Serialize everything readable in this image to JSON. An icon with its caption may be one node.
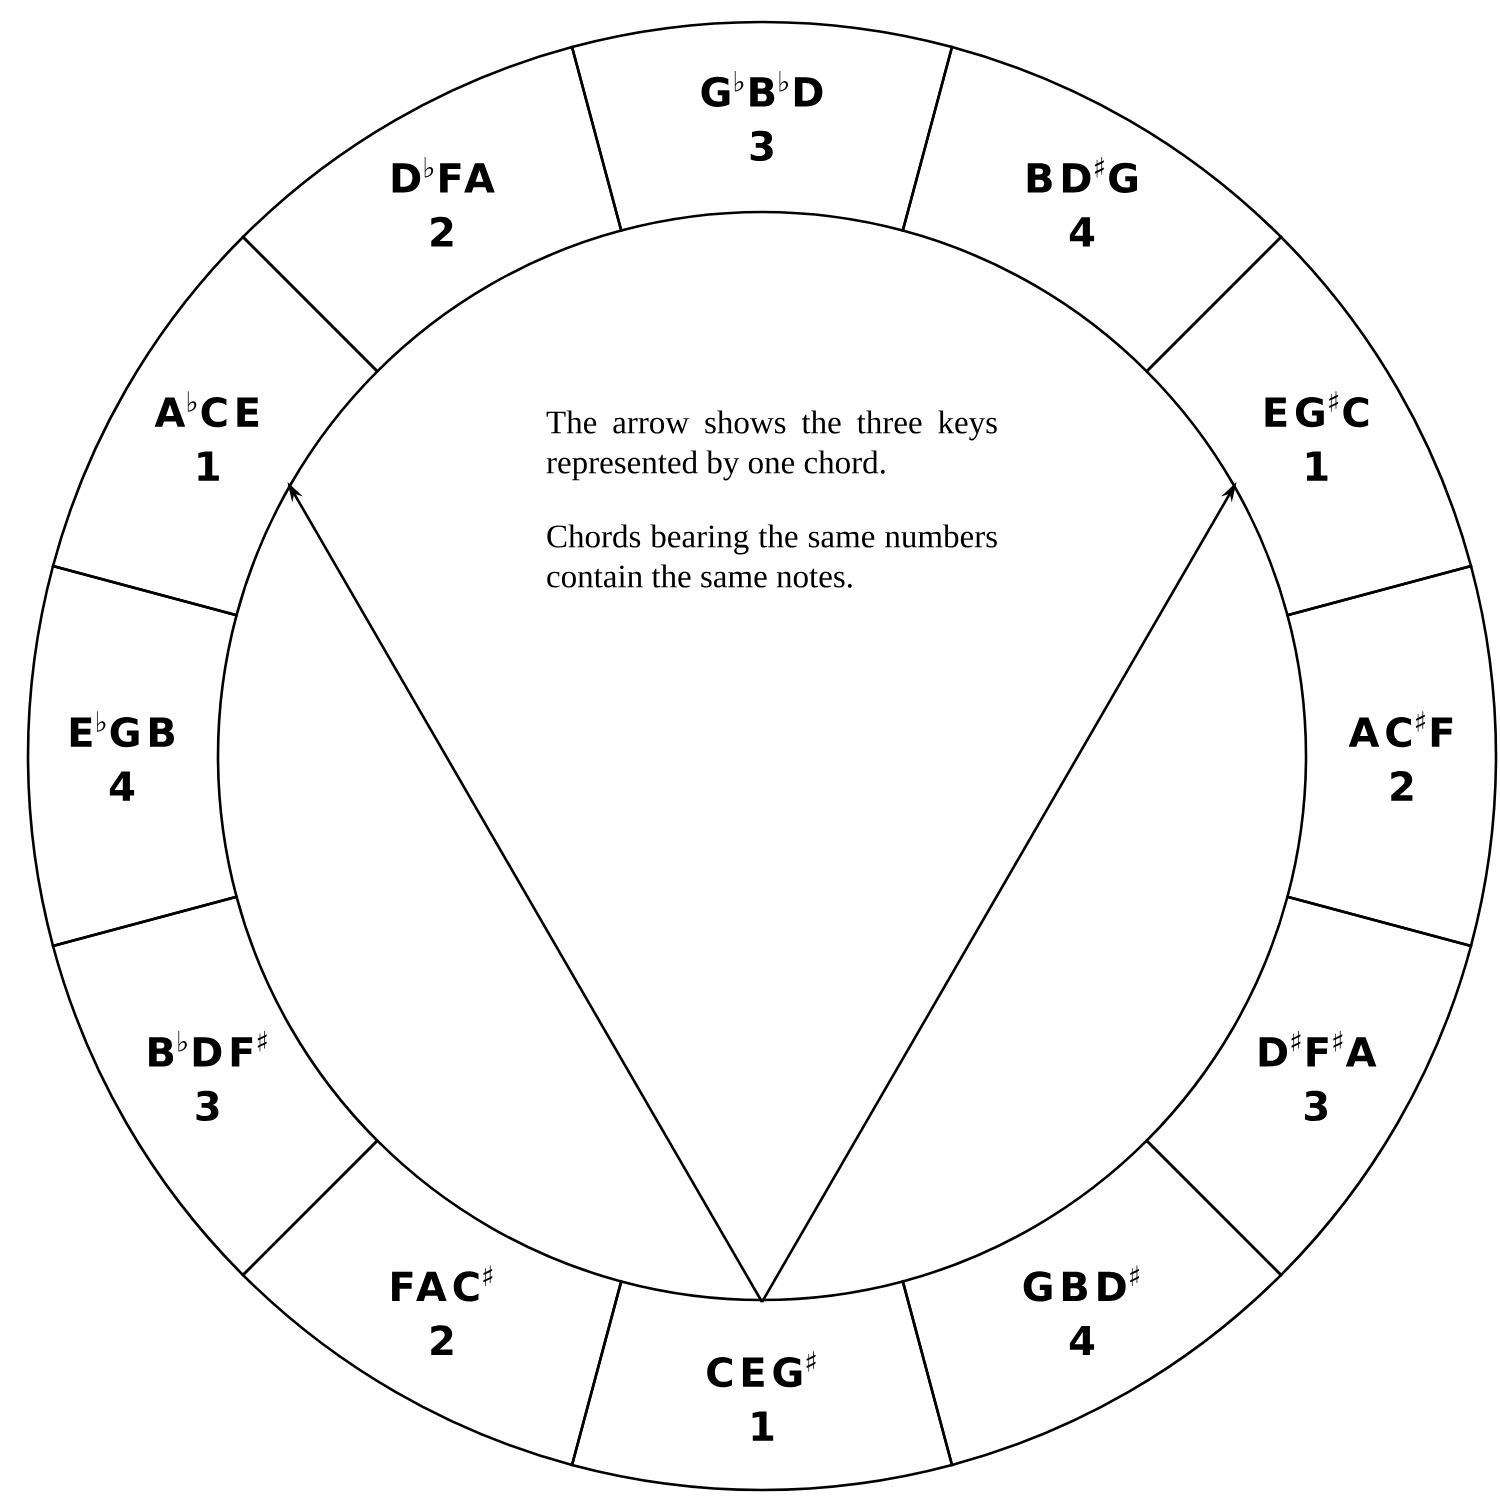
{
  "diagram": {
    "nodes": [
      {
        "text": [
          "G$^{♭}$B$^{♭}$D",
          "3"
        ]
      },
      {
        "text": [
          "BD$^{♯}$G",
          "4"
        ]
      },
      {
        "text": [
          "EG$^{♯}$C",
          "1"
        ]
      },
      {
        "text": [
          "AC$^{♯}$F",
          "2"
        ]
      },
      {
        "text": [
          "D$^{♯}$F$^{♯}$A",
          "3"
        ]
      },
      {
        "text": [
          "GBD$^{♯}$",
          "4"
        ]
      },
      {
        "text": [
          "CEG$^{♯}$",
          "1"
        ]
      },
      {
        "text": [
          "FAC$^{♯}$",
          "2"
        ]
      },
      {
        "text": [
          "B$^{♭}$DF$^{♯}$",
          "3"
        ]
      },
      {
        "text": [
          "E$^{♭}$GB",
          "4"
        ]
      },
      {
        "text": [
          "A$^{♭}$CE",
          "1"
        ]
      },
      {
        "text": [
          "D$^{♭}$FA",
          "2"
        ]
      }
    ],
    "labels": [
      "The arrow shows the three keys represented by one chord.",
      "Chords bearing the same numbers contain the same notes."
    ],
    "edges": [
      {
        "from": 6,
        "to": 10,
        "arrow": "to"
      },
      {
        "from": 6,
        "to": 2,
        "arrow": "to"
      }
    ]
  }
}
